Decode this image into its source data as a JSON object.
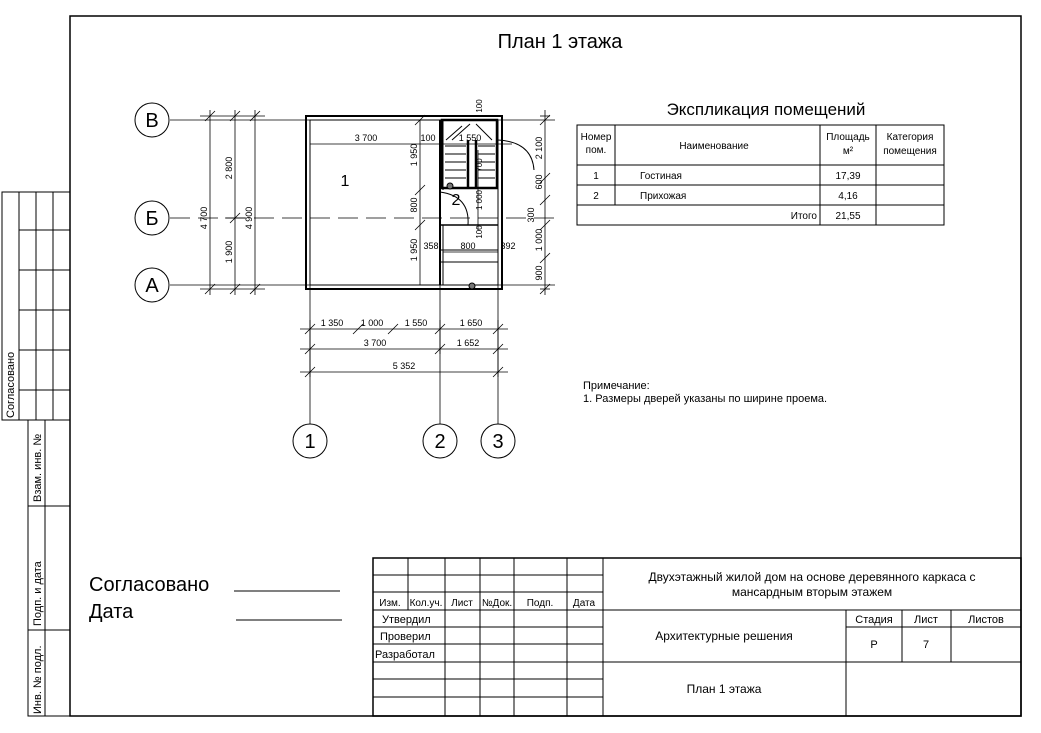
{
  "sheet_title": "План 1 этажа",
  "axes": {
    "rows": [
      "В",
      "Б",
      "А"
    ],
    "cols": [
      "1",
      "2",
      "3"
    ]
  },
  "rooms": {
    "r1": "1",
    "r2": "2"
  },
  "dims": {
    "left_outer": "4 700",
    "left_2800": "2 800",
    "left_1900": "1 900",
    "left_4900": "4 900",
    "top_3700": "3 700",
    "top_100": "100",
    "top_1550": "1 550",
    "v_1950a": "1 950",
    "v_800": "800",
    "v_1950b": "1 950",
    "stair_700": "700",
    "stair_1000": "1 000",
    "stair_100": "100",
    "mid_358": "358",
    "mid_800": "800",
    "mid_392": "392",
    "right_100": "100",
    "right_2100": "2 100",
    "right_600": "600",
    "right_300": "300",
    "right_1000": "1 000",
    "right_900": "900",
    "b_1350": "1 350",
    "b_1000": "1 000",
    "b_1550": "1 550",
    "b_1650": "1 650",
    "b_3700": "3 700",
    "b_1652": "1 652",
    "b_5352": "5 352"
  },
  "explication": {
    "title": "Экспликация помещений",
    "headers": {
      "num": [
        "Номер",
        "пом."
      ],
      "name": "Наименование",
      "area": [
        "Площадь",
        "м²"
      ],
      "cat": [
        "Категория",
        "помещения"
      ]
    },
    "rows": [
      {
        "num": "1",
        "name": "Гостиная",
        "area": "17,39"
      },
      {
        "num": "2",
        "name": "Прихожая",
        "area": "4,16"
      }
    ],
    "total_label": "Итого",
    "total": "21,55"
  },
  "note": {
    "title": "Примечание:",
    "line1": "1. Размеры дверей указаны по ширине проема."
  },
  "left_stamp": {
    "soglasovano": "Согласовано",
    "vzam": "Взам. инв. №",
    "podp": "Подп. и дата",
    "inv": "Инв. № подл."
  },
  "approval": {
    "soglasovano": "Согласовано",
    "data": "Дата"
  },
  "title_block": {
    "cols": [
      "Изм.",
      "Кол.уч.",
      "Лист",
      "№Док.",
      "Подп.",
      "Дата"
    ],
    "roles": [
      "Утвердил",
      "Проверил",
      "Разработал"
    ],
    "project": [
      "Двухэтажный жилой дом на основе деревянного каркаса с",
      "мансардным вторым этажем"
    ],
    "section": "Архитектурные решения",
    "stage_h": "Стадия",
    "sheet_h": "Лист",
    "sheets_h": "Листов",
    "stage": "Р",
    "sheet": "7",
    "drawing": "План 1 этажа"
  }
}
